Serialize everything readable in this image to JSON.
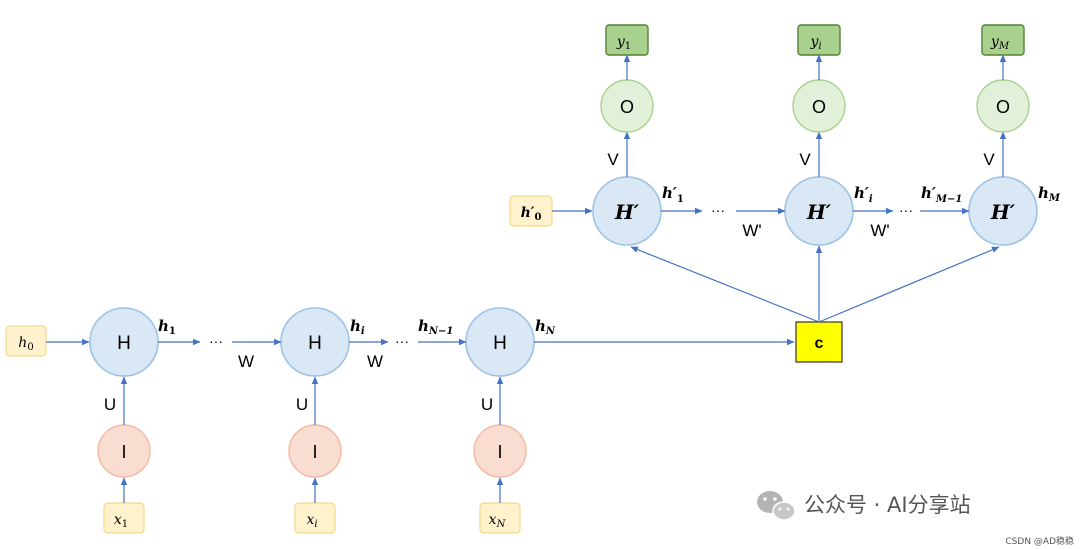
{
  "encoder": {
    "initial_state": "h₀",
    "hidden_node_label": "H",
    "input_node_label": "I",
    "input_weight_label": "U",
    "recurrent_weight_label": "W",
    "ellipsis": "···",
    "inputs": [
      "x₁",
      "xᵢ",
      "xₙ"
    ],
    "inputs_plain": [
      "x",
      "x",
      "x"
    ],
    "input_subs": [
      "1",
      "i",
      "N"
    ],
    "states": [
      "h",
      "h",
      "h",
      "h"
    ],
    "state_subs": [
      "1",
      "i",
      "N−1",
      "N"
    ]
  },
  "context": {
    "label": "c"
  },
  "decoder": {
    "initial_state_base": "h′",
    "initial_state_sub": "0",
    "hidden_node_label": "H′",
    "output_node_label": "O",
    "output_weight_label": "V",
    "recurrent_weight_label": "W'",
    "ellipsis": "···",
    "state_bases": [
      "h′",
      "h′",
      "h′",
      "h"
    ],
    "state_subs": [
      "1",
      "i",
      "M−1",
      "M"
    ],
    "output_bases": [
      "y",
      "y",
      "y"
    ],
    "output_subs": [
      "1",
      "i",
      "M"
    ]
  },
  "watermark": {
    "brand": "公众号 · AI分享站",
    "credit": "CSDN @AD稳稳"
  }
}
